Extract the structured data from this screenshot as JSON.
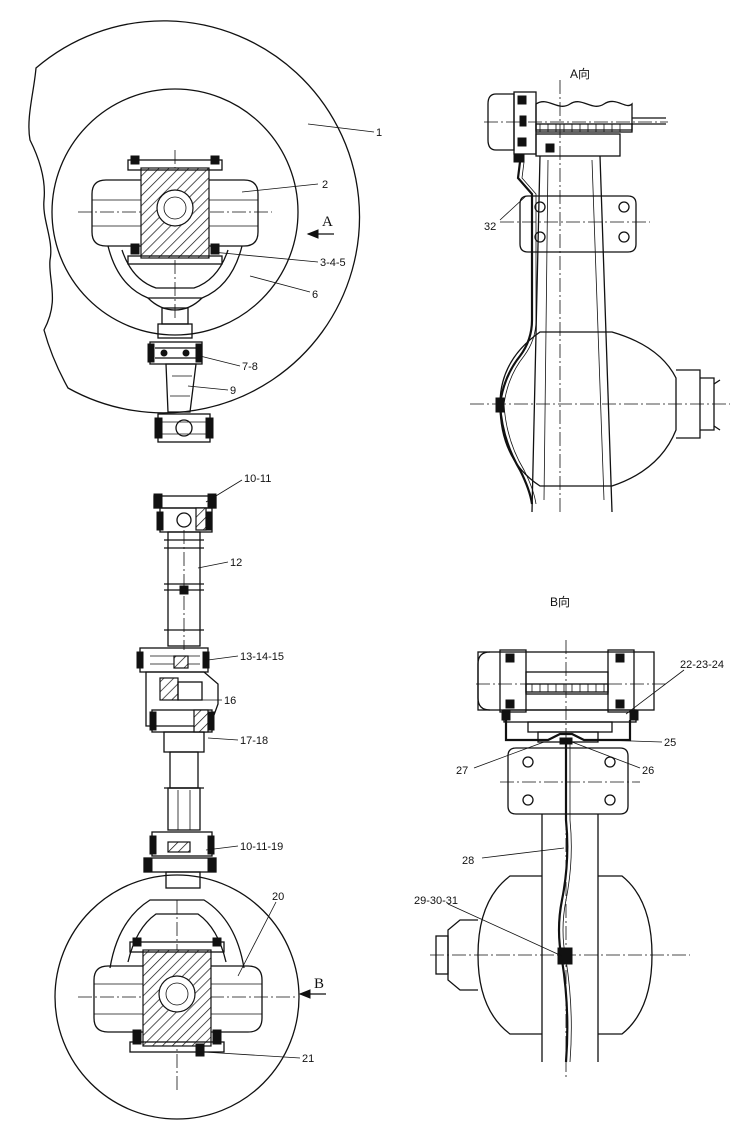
{
  "views": {
    "view_a_title": "A向",
    "view_b_title": "B向",
    "arrow_a": "A",
    "arrow_b": "B"
  },
  "callouts": [
    {
      "id": "c1",
      "text": "1"
    },
    {
      "id": "c2",
      "text": "2"
    },
    {
      "id": "c3",
      "text": "3-4-5"
    },
    {
      "id": "c6",
      "text": "6"
    },
    {
      "id": "c7",
      "text": "7-8"
    },
    {
      "id": "c9",
      "text": "9"
    },
    {
      "id": "c10",
      "text": "10-11"
    },
    {
      "id": "c12",
      "text": "12"
    },
    {
      "id": "c13",
      "text": "13-14-15"
    },
    {
      "id": "c16",
      "text": "16"
    },
    {
      "id": "c17",
      "text": "17-18"
    },
    {
      "id": "c19",
      "text": "10-11-19"
    },
    {
      "id": "c20",
      "text": "20"
    },
    {
      "id": "c21",
      "text": "21"
    },
    {
      "id": "c22",
      "text": "22-23-24"
    },
    {
      "id": "c25",
      "text": "25"
    },
    {
      "id": "c26",
      "text": "26"
    },
    {
      "id": "c27",
      "text": "27"
    },
    {
      "id": "c28",
      "text": "28"
    },
    {
      "id": "c29",
      "text": "29-30-31"
    },
    {
      "id": "c32",
      "text": "32"
    }
  ]
}
